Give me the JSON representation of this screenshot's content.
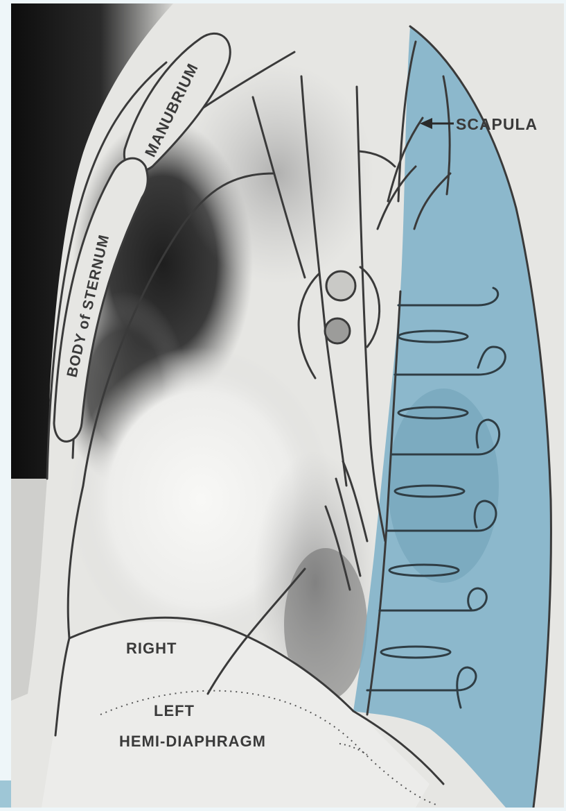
{
  "labels": {
    "manubrium": "MANUBRIUM",
    "body_of_sternum": "BODY of STERNUM",
    "scapula": "SCAPULA",
    "right": "RIGHT",
    "left": "LEFT",
    "hemi_diaphragm": "HEMI-DIAPHRAGM"
  },
  "colors": {
    "scapula_spine_overlay": "#7fb2c8",
    "ink": "#3a3a3a",
    "paper": "#e9e9e6",
    "frame_bg": "#eef6f9"
  },
  "view": "lateral chest x-ray illustration"
}
